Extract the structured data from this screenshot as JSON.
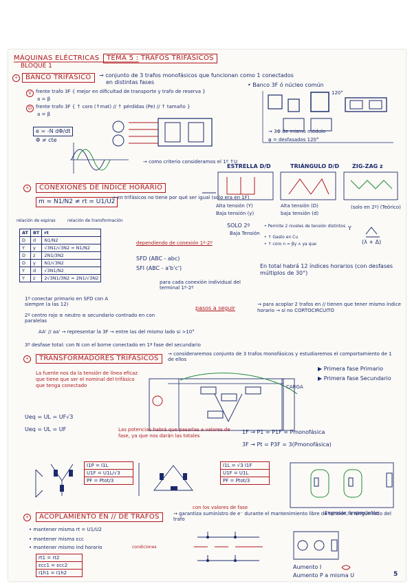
{
  "header": {
    "subject": "MÁQUINAS ELÉCTRICAS",
    "block": "BLOQUE 1",
    "topic": "TEMA 5 : TRAFOS TRIFÁSICOS"
  },
  "banco": {
    "title": "BANCO TRIFÁSICO",
    "def": "→ conjunto de 3 trafos monofásicos que funcionan como 1 conectados",
    "def2": "en distintas fases",
    "nucleo": "• Banco 3F ó núcleo común",
    "v1": "frente trafo 3F { mejor en dificultad de transporte y trafo de reserva }",
    "v1b": "a = β",
    "d1": "frente trafo 3F { ↑ coro (↑mat) // ↑ pérdidas (Pe) // ↑ tamaño }",
    "d1b": "a = β",
    "flux": "e = -N dΦ/dt",
    "flux2": "Φ ≠ cte",
    "criterio": "→ como criterio consideramos el 1º ↑U",
    "mod1": "→ 3Φ de mismo módulo",
    "mod2": "φ = desfasados 120°",
    "angle": "120°"
  },
  "conexiones": {
    "title": "CONEXIONES DE ÍNDICE HORARIO",
    "formula": "m = N1/N2 ≠ rt = U1/U2",
    "note": "→ en trifásicos no tiene por qué ser igual (solo era en 1F)",
    "rel1": "relación de espiras",
    "rel2": "relación de transformación",
    "estrella": "ESTRELLA D/D",
    "triangulo": "TRIÁNGULO D/D",
    "zigzag": "ZIG-ZAG z",
    "alta1": "Alta tensión (Y)",
    "baja1": "Baja tensión (y)",
    "alta2": "Alta tensión (D)",
    "baja2": "baja tensión (d)",
    "zz_note": "(solo en 2º) (Teórico)",
    "solo2": "SOLO 2º",
    "baja_t": "Baja Tensión",
    "perm1": "• Permite 2 niveles de tensión distintos",
    "perm2": "• ↑ Gasto en Cu",
    "perm3": "• ↑ coro n = βy ∧ ya que",
    "sym1": "Y",
    "sym2": "(λ + Δ)",
    "dep": "dependiendo de conexión 1º-2º",
    "sfd": "SFD (ABC - abc)",
    "sfi": "SFI (ABC - a'b'c')",
    "para": "para cada conexión individual del terminal 1º-2º",
    "total": "En total habrá 12 índices horarios (con desfases múltiplos de 30°)",
    "n1": "1º conectar primario en SFD con A siempre (a las 12)",
    "n2": "2º centro rojo ≡ neutro ≡ secundario contrado en con paralelas",
    "n2b": "AA' // aa' → representar la 3F → entre las del mismo lado si >10°",
    "n3": "3º desfase total: con N con el borne conectado en 1ª fase del secundario",
    "pasos": "pasos a seguir",
    "acoplar": "→ para acoplar 2 trafos en // tienen que tener mismo índice horario → si no CORTOCIRCUITO"
  },
  "table": {
    "headers": [
      "AT",
      "BT",
      "rt"
    ],
    "rows": [
      [
        "D",
        "d",
        "N1/N2"
      ],
      [
        "Y",
        "y",
        "√3N1/√3N2 = N1/N2"
      ],
      [
        "D",
        "z",
        "2N1/3N2"
      ],
      [
        "D",
        "y",
        "N1/√3N2"
      ],
      [
        "Y",
        "d",
        "√3N1/N2"
      ],
      [
        "Y",
        "z",
        "2√3N1/3N2 = 2N1/√3N2"
      ]
    ]
  },
  "transformadores": {
    "title": "TRANSFORMADORES TRIFÁSICOS",
    "def": "→ consideraremos conjunto de 3 trafos monofásicos y estudiaremos el comportamiento de 1 de ellos",
    "prim": "▶ Primera fase Primario",
    "sec": "▶ Primera fase Secundario",
    "fuente": "La fuente nos da la tensión de línea eficaz que tiene que ser el nominal del trifásico que tenga conectado",
    "uy": "Ueq = UL = UF√3",
    "ud": "Ueq = UL = UF",
    "pot": "Las potencias habrá que pasarlas a valores de fase, ya que nos darán las totales",
    "f1": "1F → P1 = P1F = Pmonofásica",
    "f3": "3F → Pt = P3F = 3(Pmonofásica)",
    "carga": "CARGA",
    "box1": [
      "I1P = I1L",
      "U1F = U1L/√3",
      "PF = Ptot/3"
    ],
    "box2": [
      "I1L = √3 I1F",
      "U1F = U1L",
      "PF = Ptot/3"
    ],
    "valores": "con los valores de fase",
    "ignore": "Engrosar despreciable"
  },
  "acoplamiento": {
    "title": "ACOPLAMIENTO EN // DE TRAFOS",
    "def": "→ garantiza suministro de e⁻ durante el mantenimiento libre de tensión, a ningún lado del trafo",
    "l1": "• mantener misma rt = U1/U2",
    "l2": "• mantener misma εcc",
    "l3": "• mantener mismo ind horario",
    "cond": "condiciones",
    "b1": "rt1 = rt2",
    "b2": "εcc1 = εcc2",
    "b3": "I1h1 = I1h2",
    "aum1": "Aumento I",
    "aum2": "Aumento P a misma U",
    "letter": "5"
  }
}
